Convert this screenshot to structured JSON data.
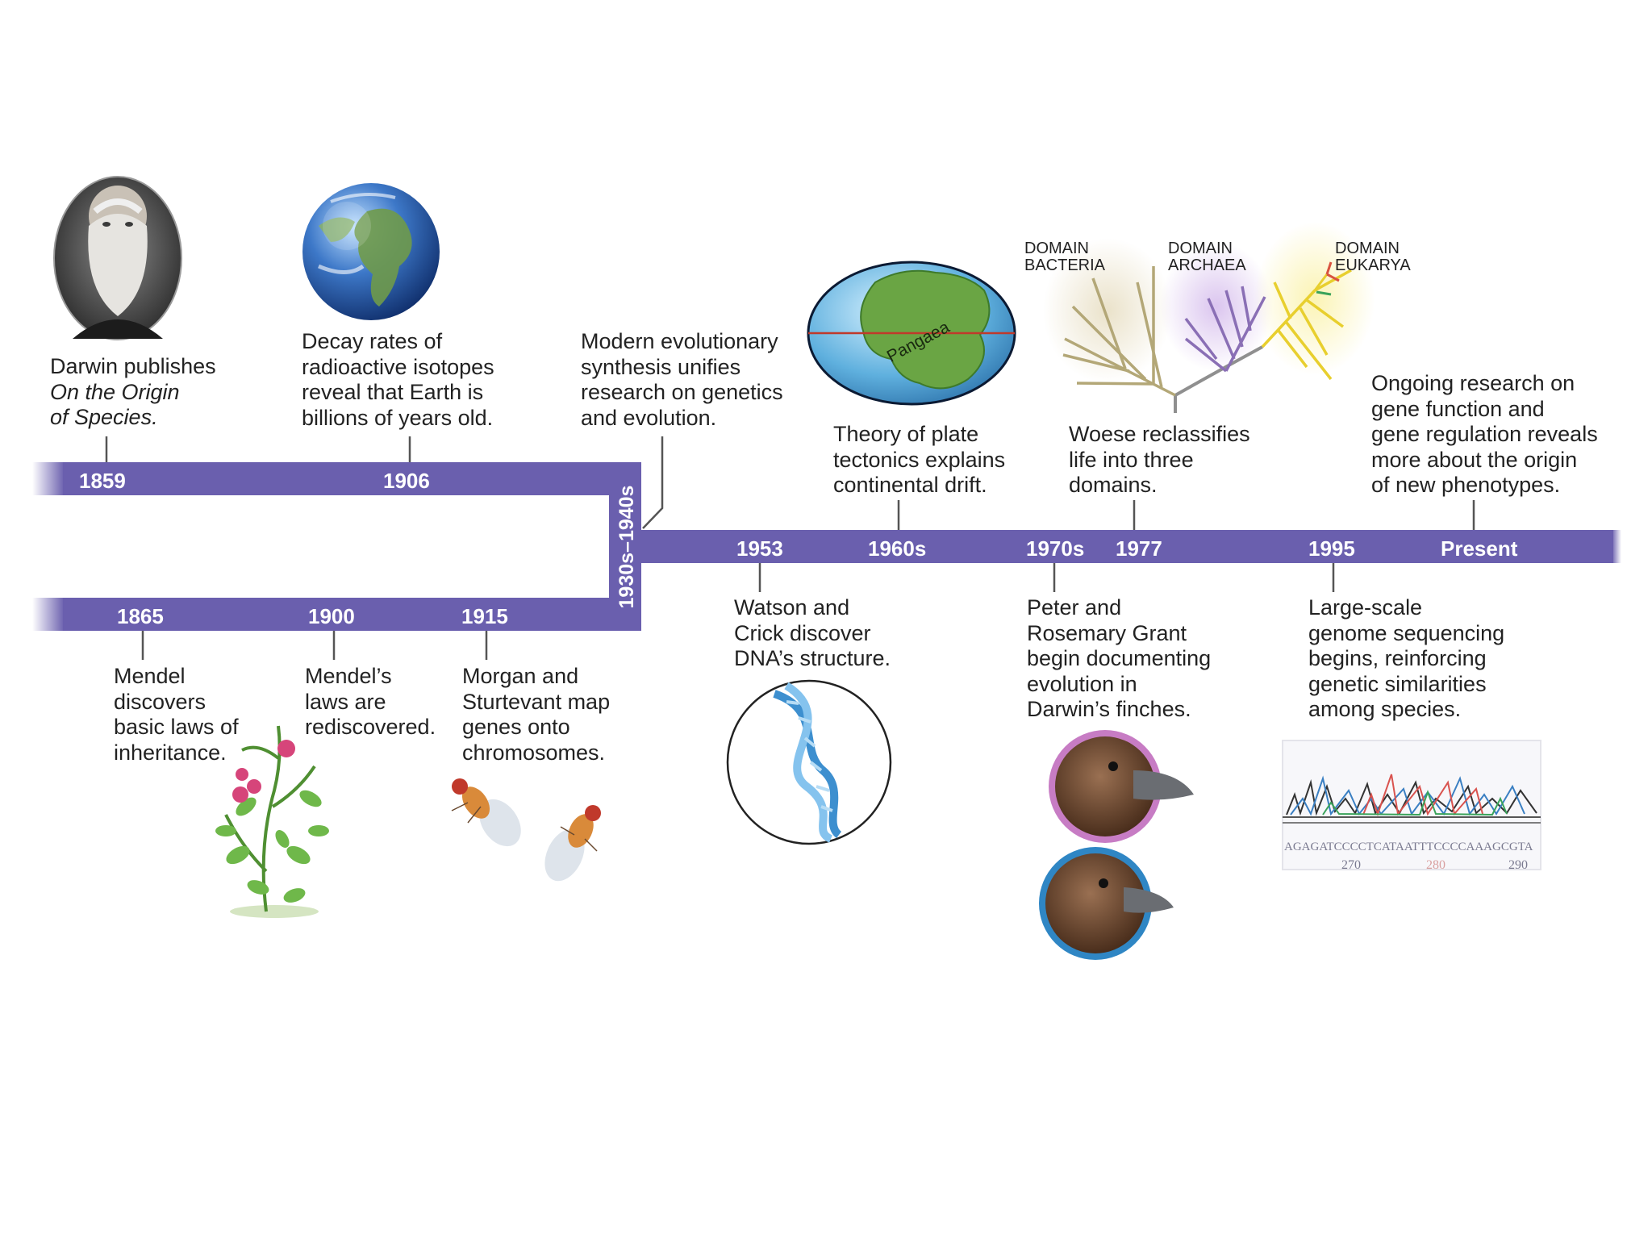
{
  "colors": {
    "bar": "#6a5fae",
    "tick": "#555555",
    "text": "#222222"
  },
  "timeline": {
    "years": {
      "y1859": "1859",
      "y1906": "1906",
      "y1865": "1865",
      "y1900": "1900",
      "y1915": "1915",
      "y1930s": "1930s–1940s",
      "y1953": "1953",
      "y1960s": "1960s",
      "y1970s": "1970s",
      "y1977": "1977",
      "y1995": "1995",
      "present": "Present"
    }
  },
  "events": {
    "darwin": {
      "line1": "Darwin publishes",
      "line2": "On the Origin",
      "line3": "of Species."
    },
    "decay": {
      "line1": "Decay rates of",
      "line2": "radioactive isotopes",
      "line3": "reveal that Earth is",
      "line4": "billions of years old."
    },
    "synthesis": {
      "line1": "Modern evolutionary",
      "line2": "synthesis unifies",
      "line3": "research on genetics",
      "line4": "and evolution."
    },
    "plate": {
      "line1": "Theory of plate",
      "line2": "tectonics explains",
      "line3": "continental drift."
    },
    "woese": {
      "line1": "Woese reclassifies",
      "line2": "life into three",
      "line3": "domains."
    },
    "ongoing": {
      "line1": "Ongoing research on",
      "line2": "gene function and",
      "line3": "gene regulation reveals",
      "line4": "more about the origin",
      "line5": "of new phenotypes."
    },
    "mendel": {
      "line1": "Mendel",
      "line2": "discovers",
      "line3": "basic laws of",
      "line4": "inheritance."
    },
    "rediscovered": {
      "line1": "Mendel’s",
      "line2": "laws are",
      "line3": "rediscovered."
    },
    "morgan": {
      "line1": "Morgan and",
      "line2": "Sturtevant map",
      "line3": "genes onto",
      "line4": "chromosomes."
    },
    "watson": {
      "line1": "Watson and",
      "line2": "Crick discover",
      "line3": "DNA’s structure."
    },
    "grant": {
      "line1": "Peter and",
      "line2": "Rosemary Grant",
      "line3": "begin documenting",
      "line4": "evolution in",
      "line5": "Darwin’s finches."
    },
    "genome": {
      "line1": "Large-scale",
      "line2": "genome sequencing",
      "line3": "begins, reinforcing",
      "line4": "genetic similarities",
      "line5": "among species."
    }
  },
  "domains": {
    "bacteria": {
      "line1": "DOMAIN",
      "line2": "BACTERIA"
    },
    "archaea": {
      "line1": "DOMAIN",
      "line2": "ARCHAEA"
    },
    "eukarya": {
      "line1": "DOMAIN",
      "line2": "EUKARYA"
    }
  },
  "pangaea_label": "Pangaea",
  "sequence": {
    "bases": "AGAGATCCCCTCATAATTTCCCCAAAGCGTA",
    "n270": "270",
    "n280": "280",
    "n290": "290"
  },
  "illustrations": [
    "darwin-portrait",
    "earth-globe",
    "pangaea-globe",
    "three-domain-tree",
    "pea-plant",
    "fruit-flies",
    "dna-double-helix",
    "finch-heads",
    "dna-chromatogram"
  ]
}
